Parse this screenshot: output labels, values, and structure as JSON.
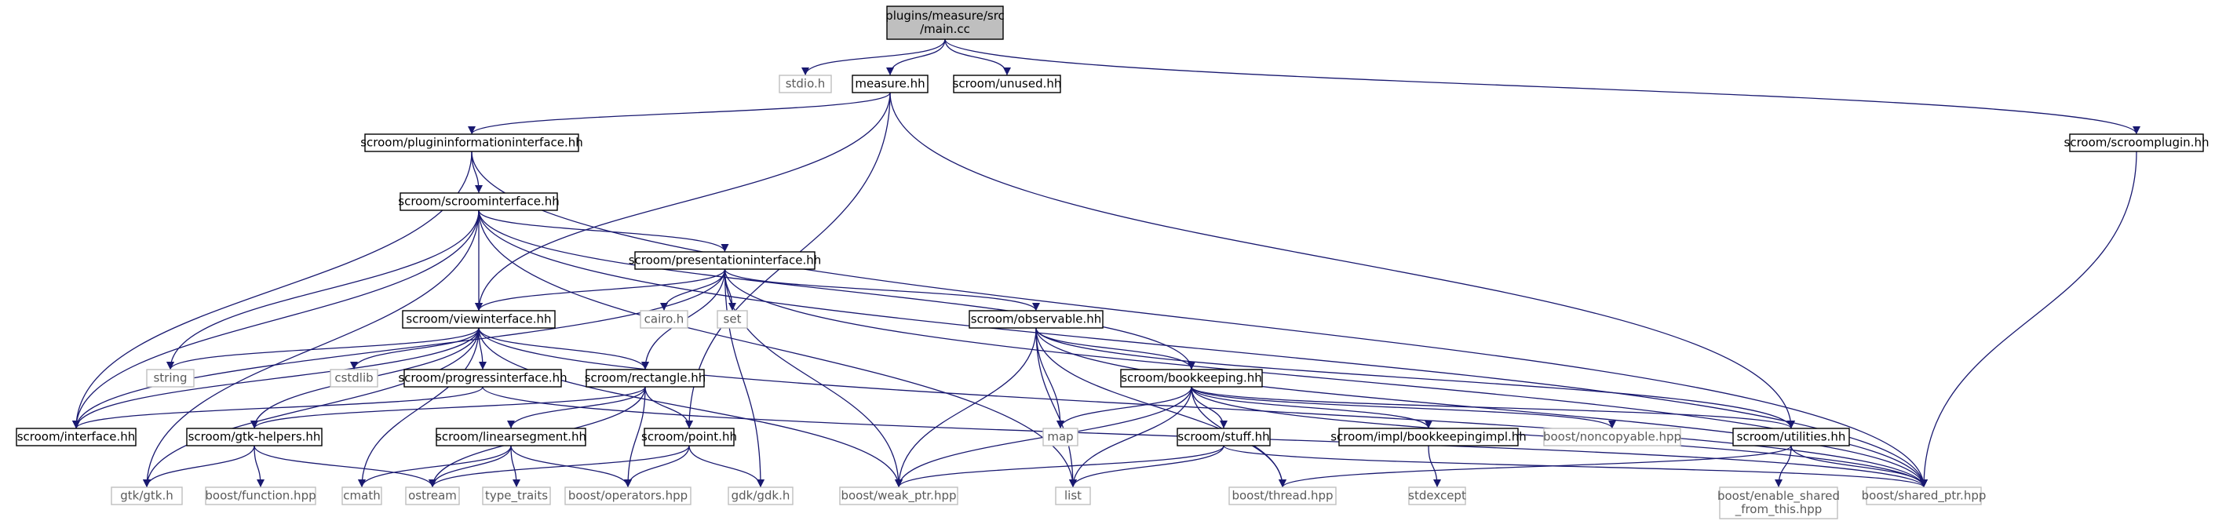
{
  "graph": {
    "colors": {
      "edge": "#191970",
      "root_fill": "#bfbfbf",
      "node_border": "#000000",
      "external_border": "#bfbfbf"
    },
    "nodes": [
      {
        "id": "main",
        "lines": [
          "plugins/measure/src",
          "/main.cc"
        ],
        "kind": "root"
      },
      {
        "id": "stdio",
        "lines": [
          "stdio.h"
        ],
        "kind": "external"
      },
      {
        "id": "measure",
        "lines": [
          "measure.hh"
        ],
        "kind": "normal"
      },
      {
        "id": "unused",
        "lines": [
          "scroom/unused.hh"
        ],
        "kind": "normal"
      },
      {
        "id": "scroomplugin",
        "lines": [
          "scroom/scroomplugin.hh"
        ],
        "kind": "normal"
      },
      {
        "id": "plugininfo",
        "lines": [
          "scroom/plugininformationinterface.hh"
        ],
        "kind": "normal"
      },
      {
        "id": "scroominterface",
        "lines": [
          "scroom/scroominterface.hh"
        ],
        "kind": "normal"
      },
      {
        "id": "presentation",
        "lines": [
          "scroom/presentationinterface.hh"
        ],
        "kind": "normal"
      },
      {
        "id": "viewinterface",
        "lines": [
          "scroom/viewinterface.hh"
        ],
        "kind": "normal"
      },
      {
        "id": "cairo",
        "lines": [
          "cairo.h"
        ],
        "kind": "external"
      },
      {
        "id": "set",
        "lines": [
          "set"
        ],
        "kind": "external"
      },
      {
        "id": "observable",
        "lines": [
          "scroom/observable.hh"
        ],
        "kind": "normal"
      },
      {
        "id": "string",
        "lines": [
          "string"
        ],
        "kind": "external"
      },
      {
        "id": "cstdlib",
        "lines": [
          "cstdlib"
        ],
        "kind": "external"
      },
      {
        "id": "progress",
        "lines": [
          "scroom/progressinterface.hh"
        ],
        "kind": "normal"
      },
      {
        "id": "rectangle",
        "lines": [
          "scroom/rectangle.hh"
        ],
        "kind": "normal"
      },
      {
        "id": "bookkeeping",
        "lines": [
          "scroom/bookkeeping.hh"
        ],
        "kind": "normal"
      },
      {
        "id": "interface",
        "lines": [
          "scroom/interface.hh"
        ],
        "kind": "normal"
      },
      {
        "id": "gtkhelpers",
        "lines": [
          "scroom/gtk-helpers.hh"
        ],
        "kind": "normal"
      },
      {
        "id": "linearsegment",
        "lines": [
          "scroom/linearsegment.hh"
        ],
        "kind": "normal"
      },
      {
        "id": "point",
        "lines": [
          "scroom/point.hh"
        ],
        "kind": "normal"
      },
      {
        "id": "map",
        "lines": [
          "map"
        ],
        "kind": "external"
      },
      {
        "id": "stuff",
        "lines": [
          "scroom/stuff.hh"
        ],
        "kind": "normal"
      },
      {
        "id": "bookimpl",
        "lines": [
          "scroom/impl/bookkeepingimpl.hh"
        ],
        "kind": "normal"
      },
      {
        "id": "noncopyable",
        "lines": [
          "boost/noncopyable.hpp"
        ],
        "kind": "external"
      },
      {
        "id": "utilities",
        "lines": [
          "scroom/utilities.hh"
        ],
        "kind": "normal"
      },
      {
        "id": "gtkh",
        "lines": [
          "gtk/gtk.h"
        ],
        "kind": "external"
      },
      {
        "id": "boostfunction",
        "lines": [
          "boost/function.hpp"
        ],
        "kind": "external"
      },
      {
        "id": "cmath",
        "lines": [
          "cmath"
        ],
        "kind": "external"
      },
      {
        "id": "ostream",
        "lines": [
          "ostream"
        ],
        "kind": "external"
      },
      {
        "id": "typetraits",
        "lines": [
          "type_traits"
        ],
        "kind": "external"
      },
      {
        "id": "operators",
        "lines": [
          "boost/operators.hpp"
        ],
        "kind": "external"
      },
      {
        "id": "gdkh",
        "lines": [
          "gdk/gdk.h"
        ],
        "kind": "external"
      },
      {
        "id": "weakptr",
        "lines": [
          "boost/weak_ptr.hpp"
        ],
        "kind": "external"
      },
      {
        "id": "list",
        "lines": [
          "list"
        ],
        "kind": "external"
      },
      {
        "id": "thread",
        "lines": [
          "boost/thread.hpp"
        ],
        "kind": "external"
      },
      {
        "id": "stdexcept",
        "lines": [
          "stdexcept"
        ],
        "kind": "external"
      },
      {
        "id": "enableshared",
        "lines": [
          "boost/enable_shared",
          "_from_this.hpp"
        ],
        "kind": "external"
      },
      {
        "id": "sharedptr",
        "lines": [
          "boost/shared_ptr.hpp"
        ],
        "kind": "external"
      }
    ],
    "edges": [
      [
        "main",
        "stdio"
      ],
      [
        "main",
        "measure"
      ],
      [
        "main",
        "unused"
      ],
      [
        "main",
        "scroomplugin"
      ],
      [
        "measure",
        "plugininfo"
      ],
      [
        "measure",
        "viewinterface"
      ],
      [
        "measure",
        "point"
      ],
      [
        "measure",
        "utilities"
      ],
      [
        "plugininfo",
        "scroominterface"
      ],
      [
        "plugininfo",
        "interface"
      ],
      [
        "plugininfo",
        "sharedptr"
      ],
      [
        "scroominterface",
        "presentation"
      ],
      [
        "scroominterface",
        "viewinterface"
      ],
      [
        "scroominterface",
        "string"
      ],
      [
        "scroominterface",
        "interface"
      ],
      [
        "scroominterface",
        "gtkh"
      ],
      [
        "scroominterface",
        "bookkeeping"
      ],
      [
        "scroominterface",
        "list"
      ],
      [
        "scroominterface",
        "sharedptr"
      ],
      [
        "presentation",
        "viewinterface"
      ],
      [
        "presentation",
        "cairo"
      ],
      [
        "presentation",
        "set"
      ],
      [
        "presentation",
        "observable"
      ],
      [
        "presentation",
        "rectangle"
      ],
      [
        "presentation",
        "interface"
      ],
      [
        "presentation",
        "gdkh"
      ],
      [
        "presentation",
        "weakptr"
      ],
      [
        "presentation",
        "sharedptr"
      ],
      [
        "viewinterface",
        "string"
      ],
      [
        "viewinterface",
        "cstdlib"
      ],
      [
        "viewinterface",
        "progress"
      ],
      [
        "viewinterface",
        "rectangle"
      ],
      [
        "viewinterface",
        "interface"
      ],
      [
        "viewinterface",
        "gtkhelpers"
      ],
      [
        "viewinterface",
        "gtkh"
      ],
      [
        "viewinterface",
        "cmath"
      ],
      [
        "viewinterface",
        "weakptr"
      ],
      [
        "viewinterface",
        "sharedptr"
      ],
      [
        "observable",
        "bookkeeping"
      ],
      [
        "observable",
        "map"
      ],
      [
        "observable",
        "weakptr"
      ],
      [
        "observable",
        "list"
      ],
      [
        "observable",
        "thread"
      ],
      [
        "observable",
        "utilities"
      ],
      [
        "observable",
        "sharedptr"
      ],
      [
        "progress",
        "interface"
      ],
      [
        "progress",
        "sharedptr"
      ],
      [
        "rectangle",
        "gtkhelpers"
      ],
      [
        "rectangle",
        "linearsegment"
      ],
      [
        "rectangle",
        "point"
      ],
      [
        "rectangle",
        "ostream"
      ],
      [
        "rectangle",
        "operators"
      ],
      [
        "bookkeeping",
        "map"
      ],
      [
        "bookkeeping",
        "stuff"
      ],
      [
        "bookkeeping",
        "bookimpl"
      ],
      [
        "bookkeeping",
        "noncopyable"
      ],
      [
        "bookkeeping",
        "utilities"
      ],
      [
        "bookkeeping",
        "weakptr"
      ],
      [
        "bookkeeping",
        "list"
      ],
      [
        "bookkeeping",
        "thread"
      ],
      [
        "bookkeeping",
        "sharedptr"
      ],
      [
        "gtkhelpers",
        "gtkh"
      ],
      [
        "gtkhelpers",
        "boostfunction"
      ],
      [
        "gtkhelpers",
        "ostream"
      ],
      [
        "linearsegment",
        "cmath"
      ],
      [
        "linearsegment",
        "ostream"
      ],
      [
        "linearsegment",
        "typetraits"
      ],
      [
        "linearsegment",
        "operators"
      ],
      [
        "point",
        "ostream"
      ],
      [
        "point",
        "operators"
      ],
      [
        "point",
        "gdkh"
      ],
      [
        "stuff",
        "weakptr"
      ],
      [
        "stuff",
        "list"
      ],
      [
        "stuff",
        "sharedptr"
      ],
      [
        "bookimpl",
        "stdexcept"
      ],
      [
        "utilities",
        "enableshared"
      ],
      [
        "utilities",
        "thread"
      ],
      [
        "utilities",
        "sharedptr"
      ],
      [
        "scroomplugin",
        "sharedptr"
      ]
    ]
  }
}
